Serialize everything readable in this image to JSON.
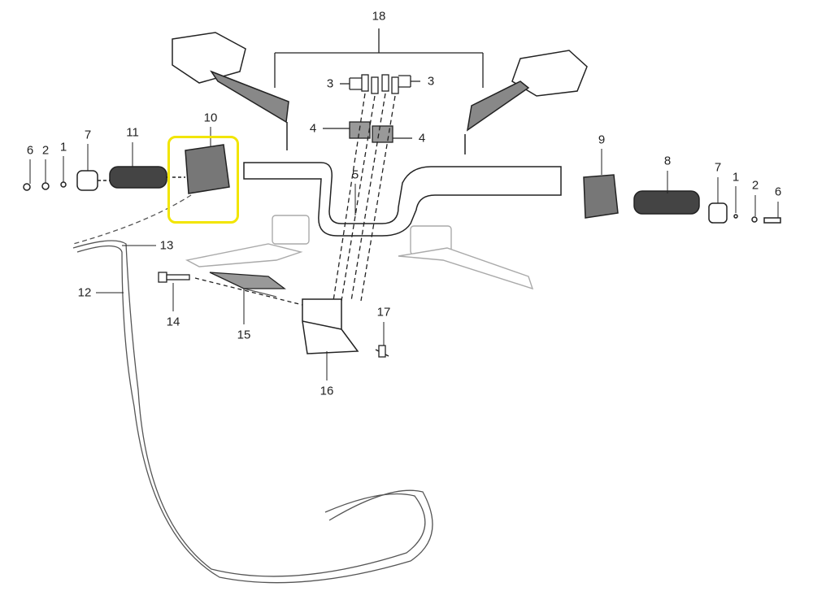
{
  "diagram": {
    "title": "Handlebar assembly exploded view",
    "highlight_color": "#f2e500",
    "callouts": {
      "c18": "18",
      "c3_left": "3",
      "c3_right": "3",
      "c4_left": "4",
      "c4_right": "4",
      "c5": "5",
      "c9": "9",
      "c8": "8",
      "c7_right": "7",
      "c1_right": "1",
      "c2_right": "2",
      "c6_right": "6",
      "c6_left": "6",
      "c2_left": "2",
      "c1_left": "1",
      "c7_left": "7",
      "c11": "11",
      "c10": "10",
      "c13": "13",
      "c12": "12",
      "c14": "14",
      "c15": "15",
      "c16": "16",
      "c17": "17"
    },
    "highlighted_part": "10"
  }
}
